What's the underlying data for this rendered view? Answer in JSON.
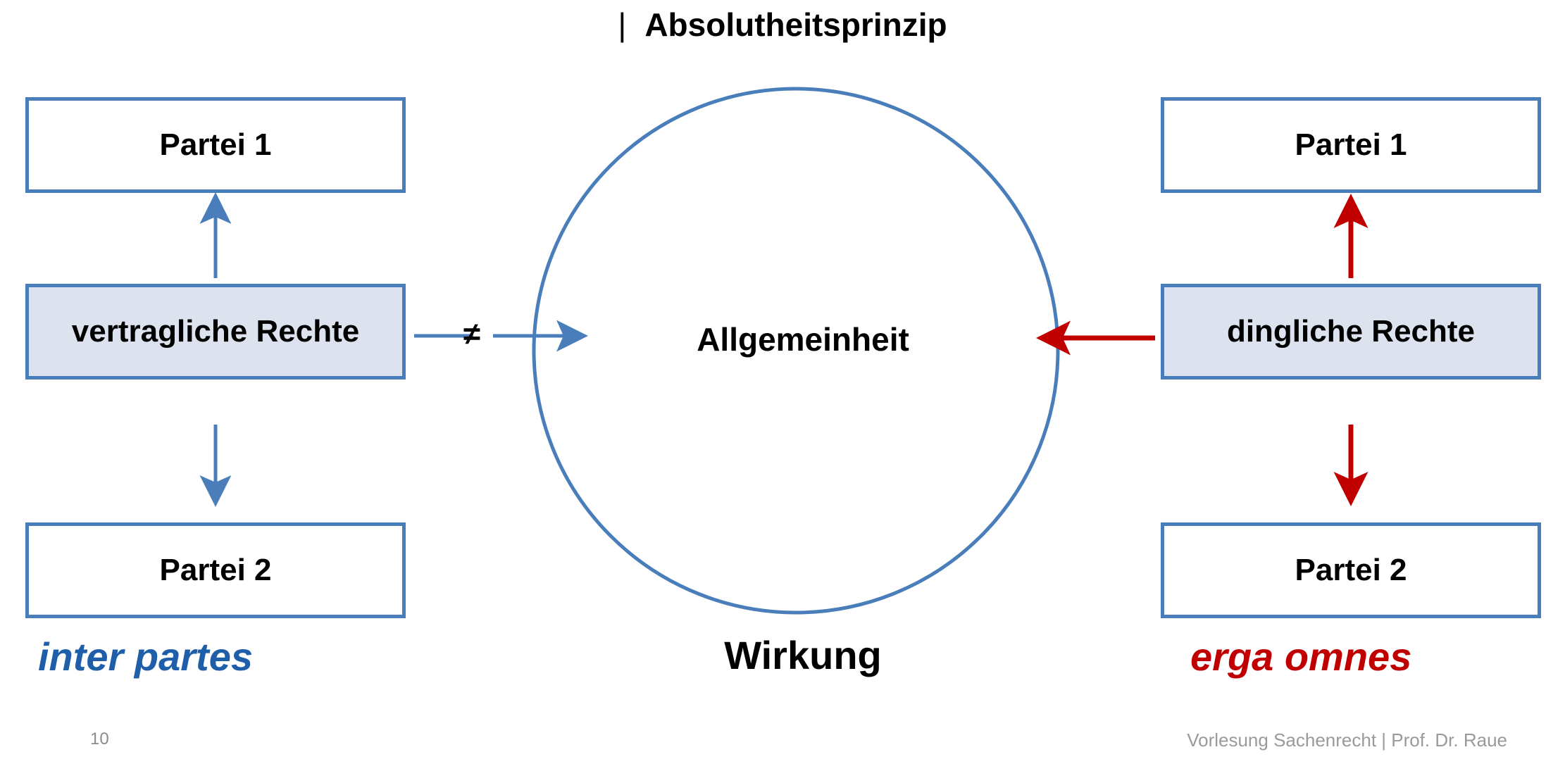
{
  "slide": {
    "title_bar": "|",
    "title": "Absolutheitsprinzip",
    "page_number": "10",
    "footer": "Vorlesung Sachenrecht | Prof. Dr. Raue"
  },
  "colors": {
    "box_border_blue": "#4A7EBB",
    "box_fill_blue": "#DCE3EF",
    "arrow_blue": "#4A7EBB",
    "arrow_red": "#C00000",
    "circle_stroke": "#4A7EBB",
    "caption_left_color": "#1F5FA9",
    "caption_right_color": "#C00000",
    "footer_gray": "#9A9A9A"
  },
  "left": {
    "party1": "Partei 1",
    "rights": "vertragliche Rechte",
    "party2": "Partei 2",
    "caption": "inter partes"
  },
  "right": {
    "party1": "Partei 1",
    "rights": "dingliche Rechte",
    "party2": "Partei 2",
    "caption": "erga omnes"
  },
  "center": {
    "circle_label": "Allgemeinheit",
    "caption": "Wirkung",
    "relation_symbol": "≠"
  }
}
